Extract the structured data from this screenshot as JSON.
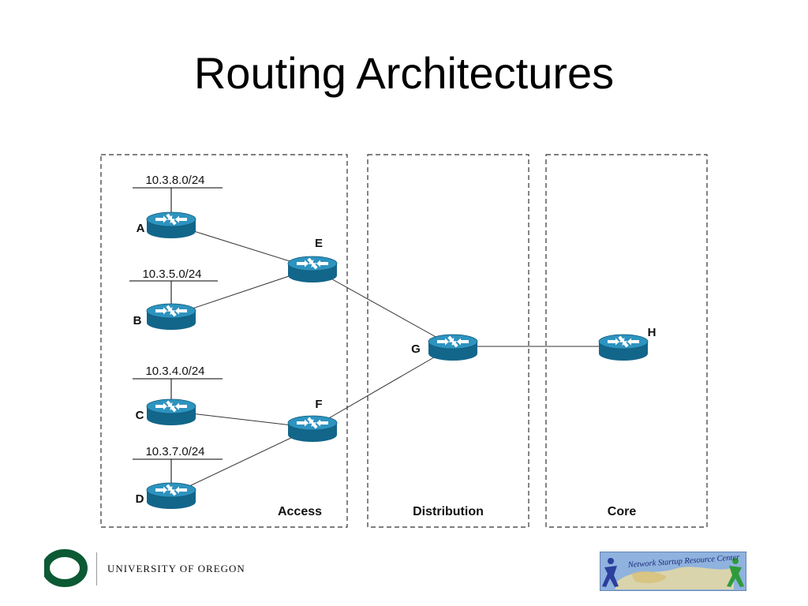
{
  "title": "Routing Architectures",
  "zones": [
    {
      "id": "access",
      "label": "Access"
    },
    {
      "id": "distribution",
      "label": "Distribution"
    },
    {
      "id": "core",
      "label": "Core"
    }
  ],
  "routers": [
    {
      "id": "A",
      "label": "A"
    },
    {
      "id": "B",
      "label": "B"
    },
    {
      "id": "C",
      "label": "C"
    },
    {
      "id": "D",
      "label": "D"
    },
    {
      "id": "E",
      "label": "E"
    },
    {
      "id": "F",
      "label": "F"
    },
    {
      "id": "G",
      "label": "G"
    },
    {
      "id": "H",
      "label": "H"
    }
  ],
  "subnets": [
    {
      "router": "A",
      "label": "10.3.8.0/24"
    },
    {
      "router": "B",
      "label": "10.3.5.0/24"
    },
    {
      "router": "C",
      "label": "10.3.4.0/24"
    },
    {
      "router": "D",
      "label": "10.3.7.0/24"
    }
  ],
  "links": [
    [
      "A",
      "E"
    ],
    [
      "B",
      "E"
    ],
    [
      "C",
      "F"
    ],
    [
      "D",
      "F"
    ],
    [
      "E",
      "G"
    ],
    [
      "F",
      "G"
    ],
    [
      "G",
      "H"
    ]
  ],
  "footer": {
    "left_logo_text": "UNIVERSITY OF OREGON",
    "right_logo_text": "Network Startup Resource Center"
  },
  "colors": {
    "router_body": "#1a7aa3",
    "router_top": "#2d93bf",
    "uo_green": "#0b5a34",
    "nsrc_bg": "#8fb2de"
  }
}
